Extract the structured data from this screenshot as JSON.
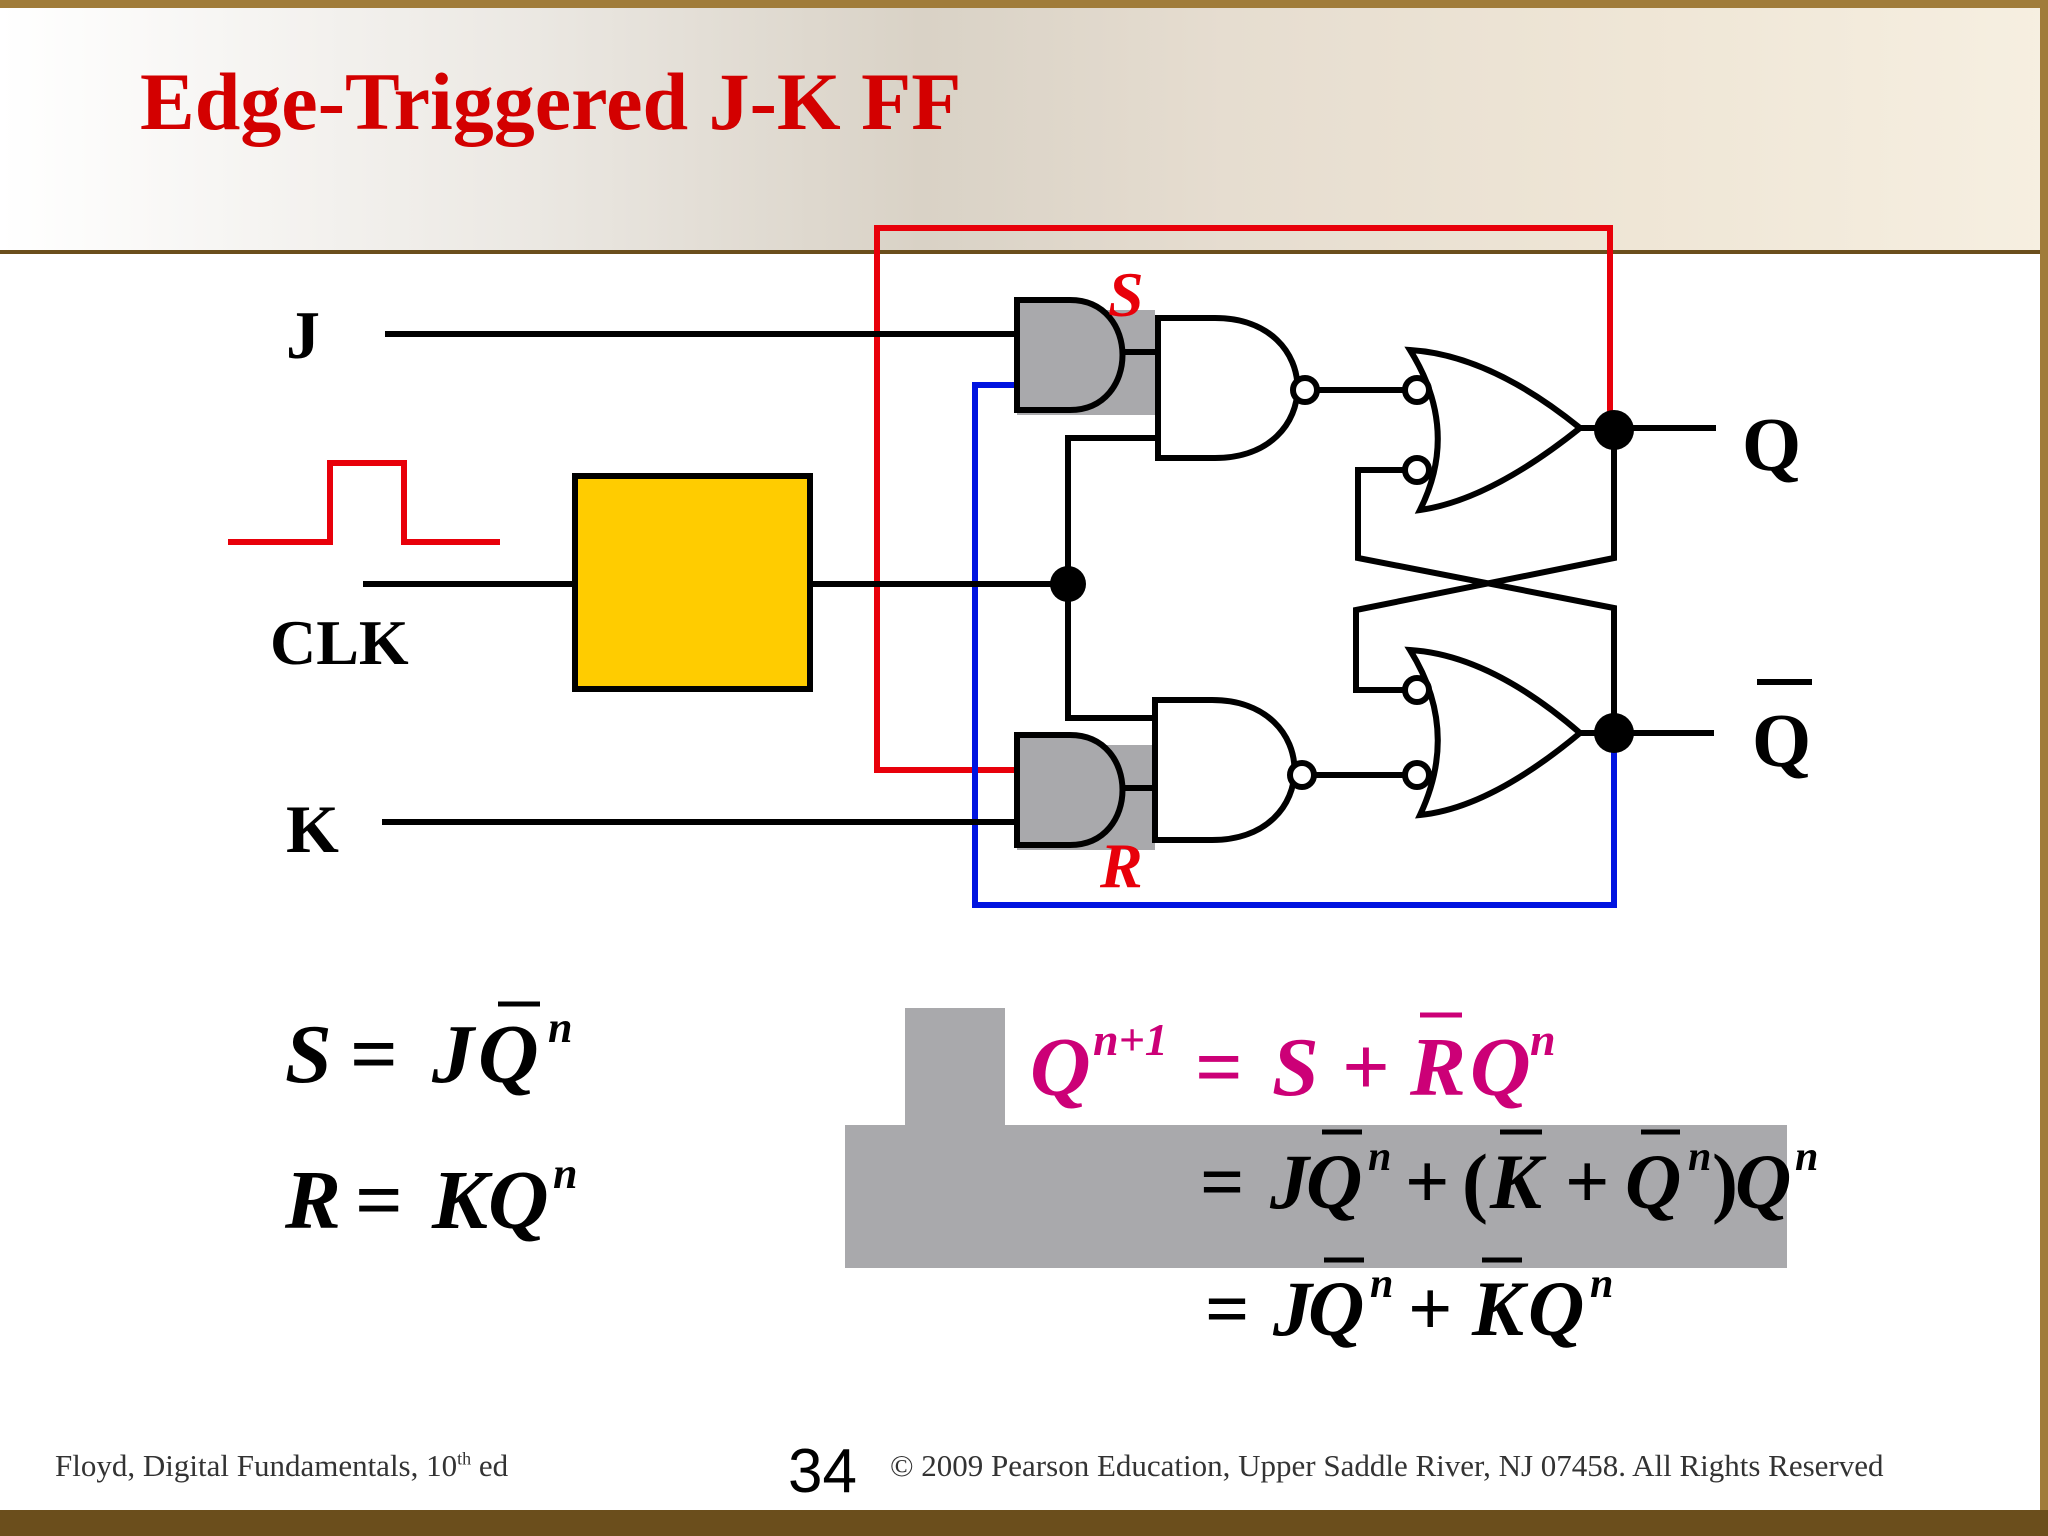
{
  "slide": {
    "title": "Edge-Triggered J-K FF",
    "page_number": "34",
    "footer_left_main": "Floyd, Digital Fundamentals, 10",
    "footer_left_sup": "th",
    "footer_left_end": " ed",
    "footer_right": "© 2009 Pearson Education, Upper Saddle River, NJ 07458. All Rights Reserved"
  },
  "diagram": {
    "input_j": "J",
    "input_clk": "CLK",
    "input_k": "K",
    "output_q": "Q",
    "output_qbar": "Q",
    "signal_s": "S",
    "signal_r": "R"
  },
  "equations": {
    "s_lhs": "S",
    "s_rhs_j": "J",
    "s_rhs_q": "Q",
    "sup_n": "n",
    "r_lhs": "R",
    "r_rhs_kq": "KQ",
    "next_q": "Q",
    "next_sup": "n+1",
    "eq_sign": "=",
    "plus": "+",
    "s_sym": "S",
    "r_sym": "R",
    "q_sym": "Q",
    "j_sym": "J",
    "k_sym": "K",
    "open_paren": "(",
    "close_paren": ")"
  },
  "colors": {
    "title_red": "#d30000",
    "feedback_red": "#e8000a",
    "feedback_blue": "#0014e0",
    "clock_box": "#ffcc00",
    "highlight_gray": "#a9a9ac",
    "equation_magenta": "#cc0077"
  }
}
